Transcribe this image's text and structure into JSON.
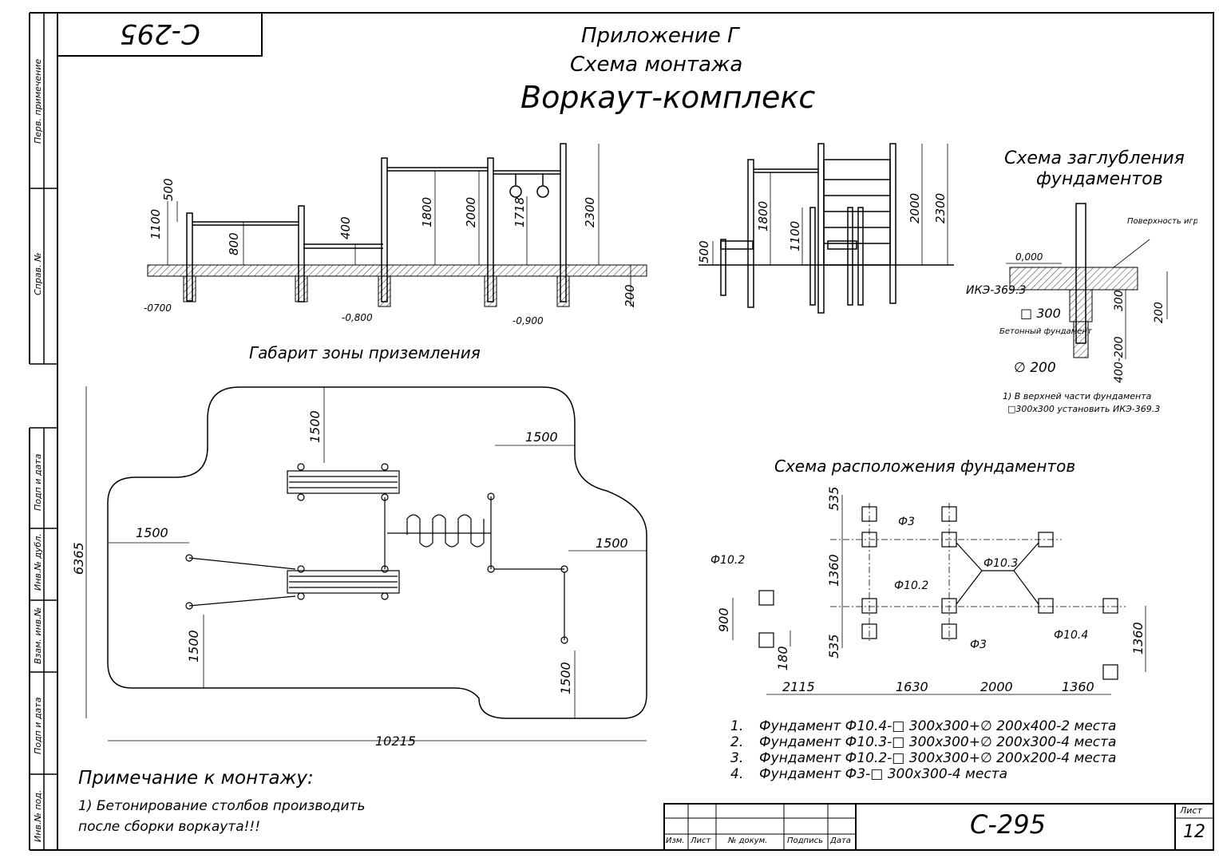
{
  "stamp_code": "С-295",
  "titles": {
    "appendix": "Приложение Г",
    "scheme": "Схема монтажа",
    "name": "Воркаут-комплекс"
  },
  "side_labels": [
    "Перв. примечение",
    "Справ. №",
    "Подп и дата",
    "Инв.№ дубл.",
    "Взам. инв.№",
    "Подп и дата",
    "Инв.№ под."
  ],
  "front_view": {
    "dims": [
      "500",
      "1100",
      "800",
      "400",
      "1800",
      "2000",
      "1718",
      "2300",
      "200"
    ],
    "levels": [
      "-0700",
      "-0,800",
      "-0,900"
    ]
  },
  "side_view": {
    "dims": [
      "500",
      "1800",
      "1100",
      "2000",
      "2300"
    ]
  },
  "depth_scheme": {
    "title_line1": "Схема заглубления",
    "title_line2": "фундаментов",
    "surface_label": "Поверхность игровой площадки",
    "level_zero": "0,000",
    "ike": "ИКЭ-369.3",
    "square": "□ 300",
    "concrete": "Бетонный фундамент",
    "diameter": "∅ 200",
    "dims": [
      "300",
      "200",
      "400-200"
    ],
    "note_line1": "1) В верхней части фундамента",
    "note_line2": "□300х300 установить ИКЭ-369.3"
  },
  "landing_zone": {
    "title": "Габарит зоны приземления",
    "dims": [
      "1500",
      "1500",
      "1500",
      "1500",
      "1500",
      "1500",
      "6365",
      "10215"
    ]
  },
  "foundation_layout": {
    "title": "Схема расположения фундаментов",
    "labels": [
      "Ф3",
      "Ф10.3",
      "Ф10.2",
      "Ф10.2",
      "Ф3",
      "Ф10.4"
    ],
    "vdims": [
      "535",
      "1360",
      "900",
      "180",
      "535",
      "1360"
    ],
    "hdims": [
      "2115",
      "1630",
      "2000",
      "1360"
    ]
  },
  "legend": [
    {
      "num": "1.",
      "text": "Фундамент Ф10.4-□ 300х300+∅ 200х400-2 места"
    },
    {
      "num": "2.",
      "text": "Фундамент Ф10.3-□ 300х300+∅ 200х300-4 места"
    },
    {
      "num": "3.",
      "text": "Фундамент Ф10.2-□ 300х300+∅ 200х200-4 места"
    },
    {
      "num": "4.",
      "text": "Фундамент Ф3-□ 300х300-4 места"
    }
  ],
  "mount_note": {
    "heading": "Примечание к монтажу:",
    "line1": "1) Бетонирование столбов производить",
    "line2": "после сборки воркаута!!!"
  },
  "title_block": {
    "code": "С-295",
    "cols": [
      "Изм.",
      "Лист",
      "№ докум.",
      "Подпись",
      "Дата"
    ],
    "sheet_label": "Лист",
    "sheet_num": "12"
  }
}
